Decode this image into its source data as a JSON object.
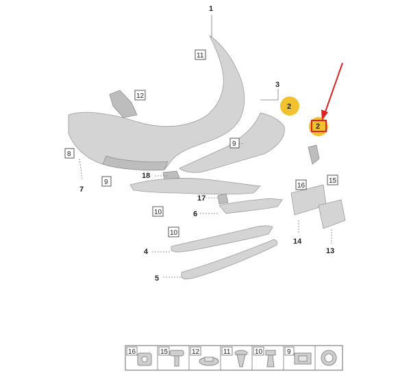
{
  "diagram": {
    "callouts": {
      "c1": "1",
      "c2": "2",
      "c3": "3",
      "c4": "4",
      "c5": "5",
      "c6": "6",
      "c7": "7",
      "c13": "13",
      "c14": "14",
      "c17": "17",
      "c18": "18",
      "highlight_2": "2"
    },
    "boxed_refs": {
      "b11": "11",
      "b12": "12",
      "b8": "8",
      "b9a": "9",
      "b9b": "9",
      "b10a": "10",
      "b10b": "10",
      "b16": "16",
      "b15": "15"
    },
    "colors": {
      "highlight": "#f2c12e",
      "arrow": "#e02020",
      "part": "#d4d4d4"
    }
  },
  "legend": {
    "items": [
      {
        "number": "16",
        "icon": "clip-nut-icon"
      },
      {
        "number": "15",
        "icon": "rivet-icon"
      },
      {
        "number": "12",
        "icon": "bracket-clip-icon"
      },
      {
        "number": "11",
        "icon": "screw-icon"
      },
      {
        "number": "10",
        "icon": "bolt-icon"
      },
      {
        "number": "9",
        "icon": "spring-clip-icon"
      },
      {
        "number": "",
        "icon": "grommet-ring-icon"
      }
    ]
  }
}
